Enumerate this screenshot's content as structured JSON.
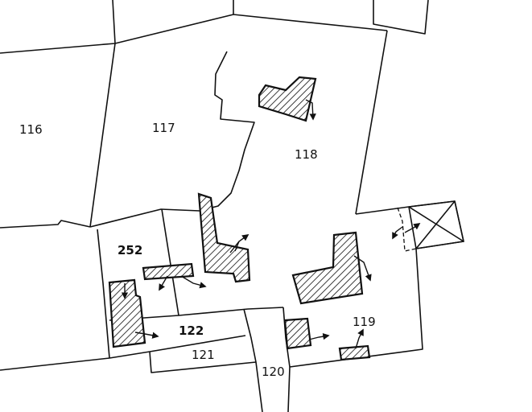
{
  "parcels": [
    {
      "id": "116",
      "label": "116"
    },
    {
      "id": "117",
      "label": "117"
    },
    {
      "id": "118",
      "label": "118"
    },
    {
      "id": "119",
      "label": "119"
    },
    {
      "id": "120",
      "label": "120"
    },
    {
      "id": "121",
      "label": "121"
    },
    {
      "id": "122",
      "label": "122"
    },
    {
      "id": "252",
      "label": "252"
    }
  ],
  "colors": {
    "ink": "#111111",
    "paper": "#ffffff"
  }
}
